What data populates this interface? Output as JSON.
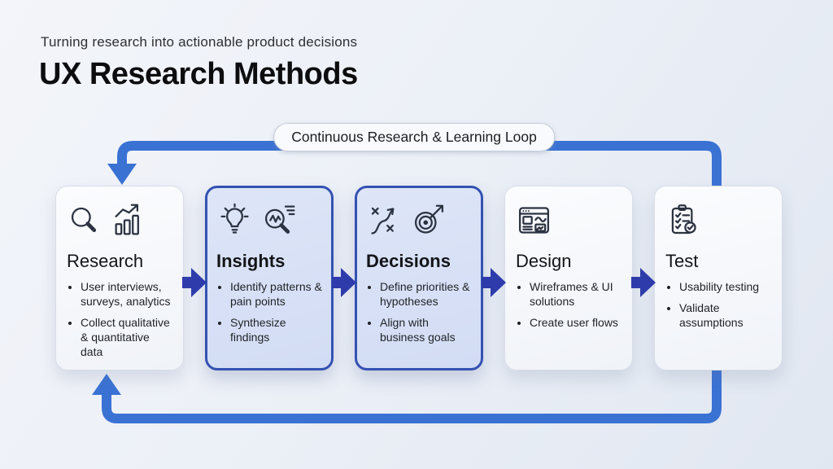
{
  "header": {
    "subtitle": "Turning research into actionable product decisions",
    "title": "UX Research Methods"
  },
  "loop": {
    "label": "Continuous Research & Learning Loop"
  },
  "colors": {
    "loop_blue": "#3a72d4",
    "flow_arrow_navy": "#2e3cab",
    "highlight_border": "#3452b2",
    "icon_stroke": "#2b3240"
  },
  "cards": [
    {
      "title": "Research",
      "highlighted": false,
      "icons": [
        "magnifier-icon",
        "bar-chart-trend-icon"
      ],
      "bullets": [
        "User interviews, surveys, analytics",
        "Collect qualitative & quantitative data"
      ]
    },
    {
      "title": "Insights",
      "highlighted": true,
      "icons": [
        "lightbulb-icon",
        "analysis-magnifier-icon"
      ],
      "bullets": [
        "Identify patterns & pain points",
        "Synthesize findings"
      ]
    },
    {
      "title": "Decisions",
      "highlighted": true,
      "icons": [
        "strategy-icon",
        "target-icon"
      ],
      "bullets": [
        "Define priorities & hypotheses",
        "Align with business goals"
      ]
    },
    {
      "title": "Design",
      "highlighted": false,
      "icons": [
        "wireframe-browser-icon"
      ],
      "bullets": [
        "Wireframes & UI solutions",
        "Create user flows"
      ]
    },
    {
      "title": "Test",
      "highlighted": false,
      "icons": [
        "checklist-clipboard-icon"
      ],
      "bullets": [
        "Usability testing",
        "Validate assumptions"
      ]
    }
  ]
}
